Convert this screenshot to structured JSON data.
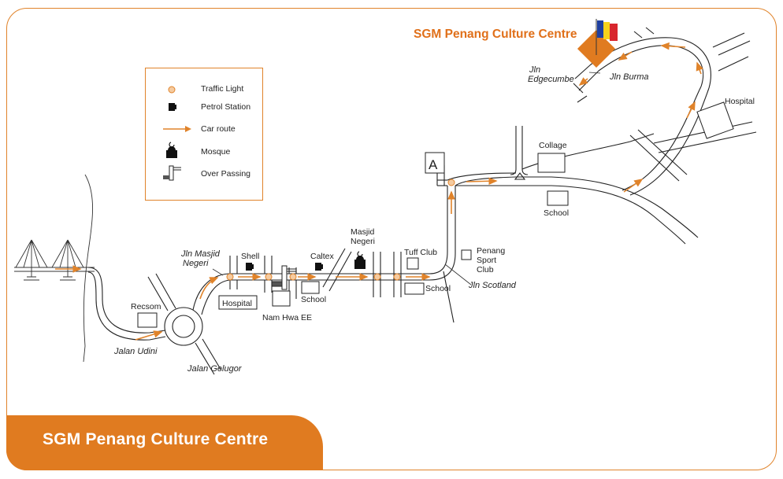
{
  "title": "SGM Penang Culture Centre",
  "banner": "SGM Penang Culture Centre",
  "legend": {
    "traffic_light": "Traffic Light",
    "petrol_station": "Petrol Station",
    "car_route": "Car route",
    "mosque": "Mosque",
    "over_passing": "Over Passing"
  },
  "labels": {
    "jln_edgecumbe_1": "Jln",
    "jln_edgecumbe_2": "Edgecumbe",
    "jln_burma": "Jln Burma",
    "hospital_right": "Hospital",
    "collage": "Collage",
    "point_a": "A",
    "school_right": "School",
    "penang_1": "Penang",
    "penang_2": "Sport",
    "penang_3": "Club",
    "jln_scotland": "Jln Scotland",
    "tuff_club": "Tuff Club",
    "school_mid": "School",
    "masjid_1": "Masjid",
    "masjid_2": "Negeri",
    "caltex": "Caltex",
    "school_left": "School",
    "shell": "Shell",
    "nam_hwa": "Nam Hwa EE",
    "jln_masjid_1": "Jln Masjid",
    "jln_masjid_2": "Negeri",
    "hospital_left": "Hospital",
    "recsom": "Recsom",
    "jalan_udini": "Jalan Udini",
    "jalan_gelugor": "Jalan Gelugor"
  },
  "colors": {
    "accent": "#e07b20",
    "route": "#e0832a",
    "road": "#222222",
    "flag_blue": "#1f3fa0",
    "flag_yellow": "#f6d21b",
    "flag_red": "#d8262d"
  }
}
